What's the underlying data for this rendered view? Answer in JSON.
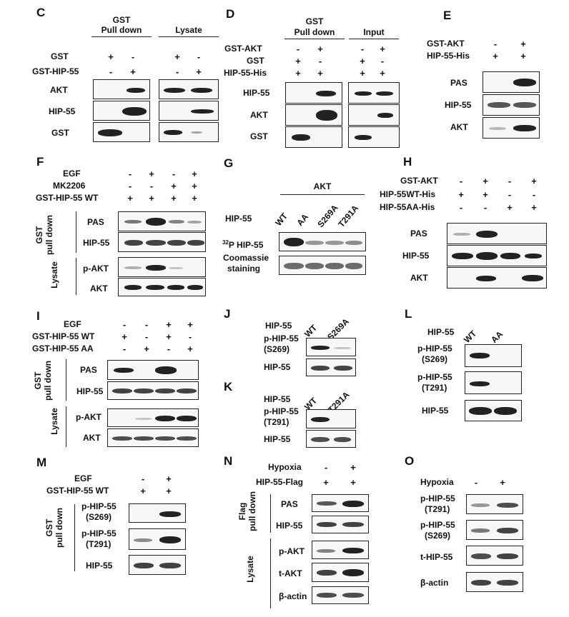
{
  "C": {
    "letter": "C",
    "col_gst_pd_1": "GST",
    "col_gst_pd_2": "Pull down",
    "col_lysate": "Lysate",
    "row_gst": "GST",
    "row_gsthip": "GST-HIP-55",
    "gst_signs": [
      "+",
      "-",
      "+",
      "-"
    ],
    "gsthip_signs": [
      "-",
      "+",
      "-",
      "+"
    ],
    "blots": [
      "AKT",
      "HIP-55",
      "GST"
    ]
  },
  "D": {
    "letter": "D",
    "col_gst_pd_1": "GST",
    "col_gst_pd_2": "Pull down",
    "col_input": "Input",
    "rows": [
      "GST-AKT",
      "GST",
      "HIP-55-His"
    ],
    "signs": [
      [
        "-",
        "+",
        "-",
        "+"
      ],
      [
        "+",
        "-",
        "+",
        "-"
      ],
      [
        "+",
        "+",
        "+",
        "+"
      ]
    ],
    "blots": [
      "HIP-55",
      "AKT",
      "GST"
    ]
  },
  "E": {
    "letter": "E",
    "rows": [
      "GST-AKT",
      "HIP-55-His"
    ],
    "signs": [
      [
        "-",
        "+"
      ],
      [
        "+",
        "+"
      ]
    ],
    "blots": [
      "PAS",
      "HIP-55",
      "AKT"
    ]
  },
  "F": {
    "letter": "F",
    "rows": [
      "EGF",
      "MK2206",
      "GST-HIP-55 WT"
    ],
    "signs": [
      [
        "-",
        "+",
        "-",
        "+"
      ],
      [
        "-",
        "-",
        "+",
        "+"
      ],
      [
        "+",
        "+",
        "+",
        "+"
      ]
    ],
    "group1_1": "GST",
    "group1_2": "pull down",
    "group2": "Lysate",
    "blots": [
      "PAS",
      "HIP-55",
      "p-AKT",
      "AKT"
    ]
  },
  "G": {
    "letter": "G",
    "akt": "AKT",
    "hip55": "HIP-55",
    "lanes": [
      "WT",
      "AA",
      "S269A",
      "T291A"
    ],
    "p32_sup": "32",
    "p32_rest": "P HIP-55",
    "coomassie_1": "Coomassie",
    "coomassie_2": "staining"
  },
  "H": {
    "letter": "H",
    "rows": [
      "GST-AKT",
      "HIP-55WT-His",
      "HIP-55AA-His"
    ],
    "signs": [
      [
        "-",
        "+",
        "-",
        "+"
      ],
      [
        "+",
        "+",
        "-",
        "-"
      ],
      [
        "-",
        "-",
        "+",
        "+"
      ]
    ],
    "blots": [
      "PAS",
      "HIP-55",
      "AKT"
    ]
  },
  "I": {
    "letter": "I",
    "rows": [
      "EGF",
      "GST-HIP-55 WT",
      "GST-HIP-55 AA"
    ],
    "signs": [
      [
        "-",
        "-",
        "+",
        "+"
      ],
      [
        "+",
        "-",
        "+",
        "-"
      ],
      [
        "-",
        "+",
        "-",
        "+"
      ]
    ],
    "group1_1": "GST",
    "group1_2": "pull down",
    "group2": "Lysate",
    "blots": [
      "PAS",
      "HIP-55",
      "p-AKT",
      "AKT"
    ]
  },
  "J": {
    "letter": "J",
    "hip55": "HIP-55",
    "lanes": [
      "WT",
      "S269A"
    ],
    "b1_1": "p-HIP-55",
    "b1_2": "(S269)",
    "b2": "HIP-55"
  },
  "K": {
    "letter": "K",
    "hip55": "HIP-55",
    "lanes": [
      "WT",
      "T291A"
    ],
    "b1_1": "p-HIP-55",
    "b1_2": "(T291)",
    "b2": "HIP-55"
  },
  "L": {
    "letter": "L",
    "hip55": "HIP-55",
    "lanes": [
      "WT",
      "AA"
    ],
    "b1_1": "p-HIP-55",
    "b1_2": "(S269)",
    "b2_1": "p-HIP-55",
    "b2_2": "(T291)",
    "b3": "HIP-55"
  },
  "M": {
    "letter": "M",
    "rows": [
      "EGF",
      "GST-HIP-55 WT"
    ],
    "signs": [
      [
        "-",
        "+"
      ],
      [
        "+",
        "+"
      ]
    ],
    "group_1": "GST",
    "group_2": "pull down",
    "b1_1": "p-HIP-55",
    "b1_2": "(S269)",
    "b2_1": "p-HIP-55",
    "b2_2": "(T291)",
    "b3": "HIP-55"
  },
  "N": {
    "letter": "N",
    "rows": [
      "Hypoxia",
      "HIP-55-Flag"
    ],
    "signs": [
      [
        "-",
        "+"
      ],
      [
        "+",
        "+"
      ]
    ],
    "group1_1": "Flag",
    "group1_2": "pull down",
    "group2": "Lysate",
    "blots": [
      "PAS",
      "HIP-55",
      "p-AKT",
      "t-AKT",
      "β-actin"
    ]
  },
  "O": {
    "letter": "O",
    "hypoxia": "Hypoxia",
    "signs": [
      "-",
      "+"
    ],
    "b1_1": "p-HIP-55",
    "b1_2": "(T291)",
    "b2_1": "p-HIP-55",
    "b2_2": "(S269)",
    "b3": "t-HIP-55",
    "b4": "β-actin"
  }
}
